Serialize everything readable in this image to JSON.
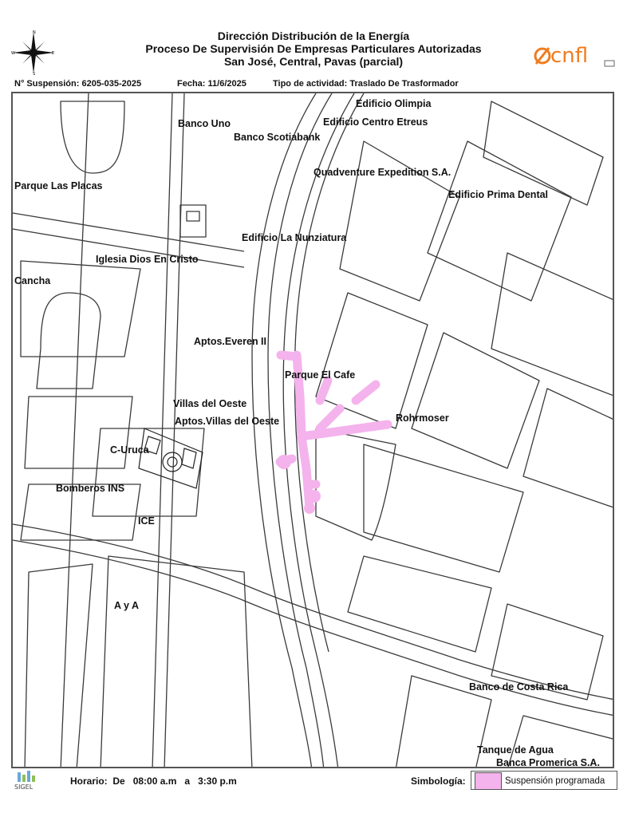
{
  "header": {
    "title_line1": "Dirección Distribución de la Energía",
    "title_line2": "Proceso De Supervisión De Empresas Particulares Autorizadas",
    "title_line3": "San José, Central, Pavas (parcial)"
  },
  "meta": {
    "suspension_label": "N° Suspensión:",
    "suspension_value": "6205-035-2025",
    "fecha_label": "Fecha:",
    "fecha_value": "11/6/2025",
    "tipo_label": "Tipo de actividad:",
    "tipo_value": "Traslado De Trasformador"
  },
  "logo": {
    "text": "cnfl",
    "accent_color": "#f07c1e"
  },
  "compass": {
    "n": "N",
    "s": "S",
    "e": "E",
    "w": "W",
    "icon": "compass-rose-icon"
  },
  "map_labels": {
    "edificio_olimpia": "Edificio Olimpia",
    "banco_uno": "Banco Uno",
    "edificio_centro_etreus": "Edificio Centro Etreus",
    "banco_scotiabank": "Banco Scotiabank",
    "quadventure": "Quadventure Expedition S.A.",
    "parque_las_placas": "Parque Las Placas",
    "edificio_prima_dental": "Edificio Prima Dental",
    "edificio_la_nunziatura": "Edificio La Nunziatura",
    "iglesia": "Iglesia Dios En Cristo",
    "cancha": "Cancha",
    "aptos_everen": "Aptos.Everen II",
    "parque_el_cafe": "Parque El Cafe",
    "villas_del_oeste": "Villas del Oeste",
    "rohrmoser": "Rohrmoser",
    "aptos_villas": "Aptos.Villas del Oeste",
    "c_uruca": "C-Uruca",
    "bomberos": "Bomberos INS",
    "ice": "ICE",
    "a_y_a": "A y A",
    "banco_costa_rica": "Banco de Costa Rica",
    "tanque_agua": "Tanque de Agua",
    "banca_promerica": "Banca Promerica S.A."
  },
  "footer": {
    "sigel": "SIGEL",
    "horario_label": "Horario:",
    "de_label": "De",
    "start_time": "08:00 a.m",
    "a_label": "a",
    "end_time": "3:30 p.m",
    "simbologia_label": "Simbología:",
    "legend_text": "Suspensión programada",
    "legend_color": "#f4b3ec"
  }
}
